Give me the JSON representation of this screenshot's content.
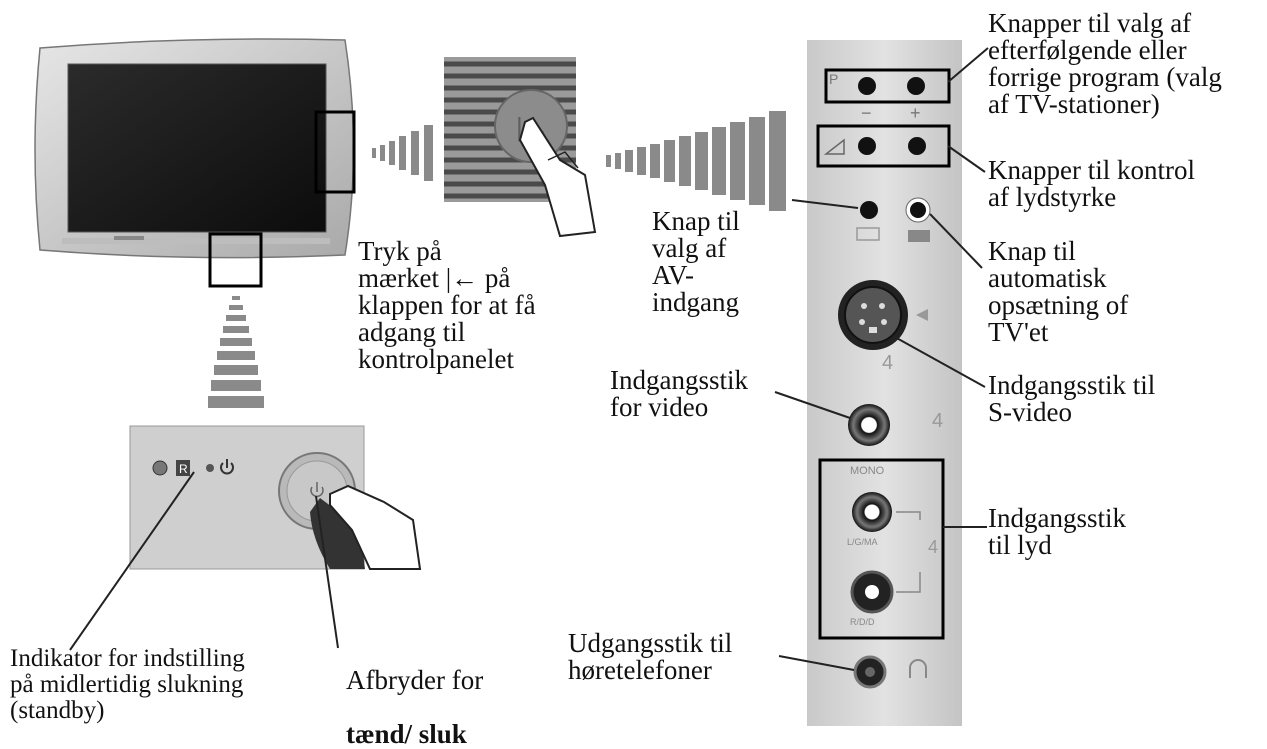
{
  "labels": {
    "tap_instruction": "Tryk på\nmærket |←   på\nklappen for at få\nadgang til\nkontrolpanelet",
    "av_input_button": "Knap til\nvalg af\nAV-\nindgang",
    "video_input": "Indgangsstik\nfor video",
    "program_buttons": "Knapper til valg af\nefterfølgende eller\nforrige program (valg\naf TV-stationer)",
    "volume_buttons": "Knapper til kontrol\naf lydstyrke",
    "auto_setup_button": "Knap til\nautomatisk\nopsætning of\nTV'et",
    "svideo_input": "Indgangsstik til\nS-video",
    "audio_input": "Indgangsstik\ntil lyd",
    "headphone_output": "Udgangsstik til\nhøretelefoner",
    "standby_indicator": "Indikator for indstilling\npå midlertidig slukning\n(standby)",
    "power_switch_line1": "Afbryder for",
    "power_switch_line2": "tænd/ sluk"
  },
  "panel_markings": {
    "program_letter": "P",
    "minus": "−",
    "plus": "+",
    "svideo_number": "4",
    "video_number": "4",
    "mono": "MONO",
    "audio_left": "L/G/MA",
    "audio_number": "4",
    "audio_right": "R/D/D",
    "standby_r": "R"
  },
  "icons": [
    "tv-set",
    "flap-hand",
    "power-hand",
    "headphone-icon",
    "power-icon"
  ]
}
